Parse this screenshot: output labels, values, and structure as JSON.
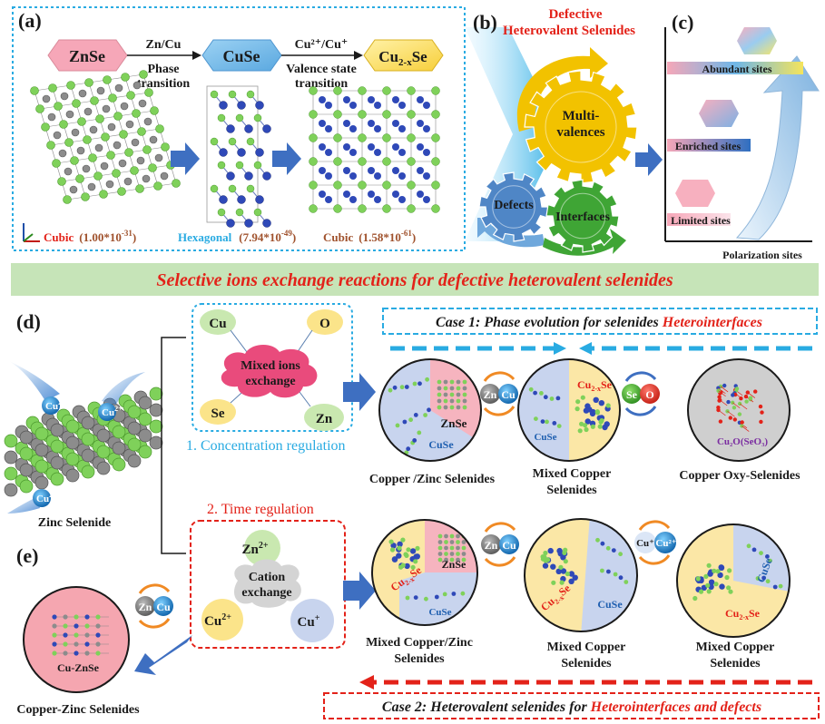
{
  "colors": {
    "red": "#e32219",
    "cyan": "#29abe2",
    "dark": "#1a1a1a",
    "brown": "#a0522d",
    "green_banner": "#bfe0b0",
    "gear_yellow": "#f2c200",
    "gear_green": "#3fa535",
    "gear_blue": "#4f86c6",
    "blue_arrow": "#3e6fc1"
  },
  "panel_a": {
    "label": "(a)",
    "zns": "ZnSe",
    "cuse": "CuSe",
    "cu2xse_base": "Cu",
    "cu2xse_sub": "2-x",
    "cu2xse_tail": "Se",
    "step1_top": "Zn/Cu",
    "step1_bottom_1": "Phase",
    "step1_bottom_2": "transition",
    "step2_top": "Cu²⁺/Cu⁺",
    "step2_bottom_1": "Valence state",
    "step2_bottom_2": "transition",
    "cubic1_name": "Cubic",
    "cubic1_val": "(1.00*10",
    "cubic1_exp": "-31",
    "hex_name": "Hexagonal",
    "hex_val": "(7.94*10",
    "hex_exp": "-49",
    "cubic2_name": "Cubic",
    "cubic2_val": "(1.58*10",
    "cubic2_exp": "-61",
    "close_paren": ")"
  },
  "panel_b": {
    "label": "(b)",
    "title_1": "Defective",
    "title_2": "Heterovalent Selenides",
    "gear_multi_1": "Multi-",
    "gear_multi_2": "valences",
    "gear_defects": "Defects",
    "gear_interfaces": "Interfaces"
  },
  "panel_c": {
    "label": "(c)",
    "abundant": "Abundant sites",
    "enriched": "Enriched sites",
    "limited": "Limited sites",
    "xaxis": "Polarization sites"
  },
  "banner": "Selective ions exchange reactions for defective heterovalent selenides",
  "panel_d": {
    "label": "(d)",
    "zinc_selenide": "Zinc Selenide",
    "cu_ion": "Cu",
    "cu_sup": "2+",
    "mix_cu": "Cu",
    "mix_o": "O",
    "mix_se": "Se",
    "mix_zn": "Zn",
    "mix_center_1": "Mixed ions",
    "mix_center_2": "exchange",
    "concentration": "1. Concentration regulation",
    "case1_a": "Case 1: Phase evolution for selenides ",
    "case1_b": "Heterointerfaces",
    "circle1_znse": "ZnSe",
    "circle1_cuse": "CuSe",
    "swap1_a": "Zn",
    "swap1_b": "Cu",
    "circle2_cu2xse": "Cu",
    "circle2_sub": "2-x",
    "circle2_se": "Se",
    "circle2_cuse": "CuSe",
    "swap2_a": "Se",
    "swap2_b": "O",
    "circle3_label": "Cu₂O(SeO₃)",
    "cap1": "Copper /Zinc Selenides",
    "cap2_1": "Mixed Copper",
    "cap2_2": "Selenides",
    "cap3": "Copper Oxy-Selenides"
  },
  "panel_e": {
    "label": "(e)",
    "time": "2. Time regulation",
    "zn2": "Zn",
    "zn2_sup": "2+",
    "cation_1": "Cation",
    "cation_2": "exchange",
    "cu2": "Cu",
    "cu2_sup": "2+",
    "cu1": "Cu",
    "cu1_sup": "+",
    "left_swap_a": "Zn",
    "left_swap_b": "Cu",
    "cu_znse": "Cu-ZnSe",
    "left_caption": "Copper-Zinc Selenides",
    "c4_cu2xse": "Cu",
    "c4_sub": "2-x",
    "c4_se": "Se",
    "c4_znse": "ZnSe",
    "c4_cuse": "CuSe",
    "swap3_a": "Zn",
    "swap3_b": "Cu",
    "c5_cu2xse": "Cu",
    "c5_sub": "2-x",
    "c5_se": "Se",
    "c5_cuse": "CuSe",
    "swap4_a": "Cu⁺",
    "swap4_b": "Cu²⁺",
    "c6_cuse": "CuSe",
    "c6_cu2xse": "Cu",
    "c6_sub": "2-x",
    "c6_se": "Se",
    "cap4_1": "Mixed Copper/Zinc",
    "cap4_2": "Selenides",
    "cap5_1": "Mixed Copper",
    "cap5_2": "Selenides",
    "cap6_1": "Mixed Copper",
    "cap6_2": "Selenides",
    "case2_a": "Case 2: Heterovalent selenides for ",
    "case2_b": "Heterointerfaces and defects"
  }
}
